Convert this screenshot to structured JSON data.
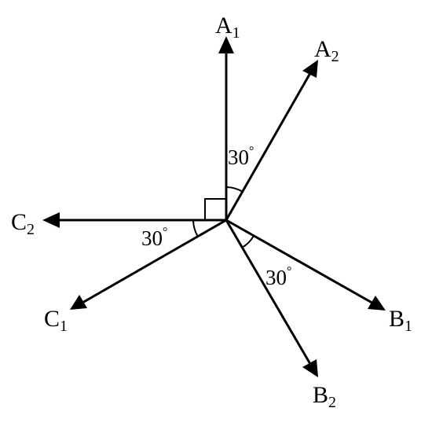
{
  "vectors": [
    {
      "letter": "A",
      "sub": "1"
    },
    {
      "letter": "A",
      "sub": "2"
    },
    {
      "letter": "B",
      "sub": "1"
    },
    {
      "letter": "B",
      "sub": "2"
    },
    {
      "letter": "C",
      "sub": "1"
    },
    {
      "letter": "C",
      "sub": "2"
    }
  ],
  "angles": [
    {
      "value": "30",
      "unit": "°",
      "between": "A1-A2"
    },
    {
      "value": "30",
      "unit": "°",
      "between": "B1-B2"
    },
    {
      "value": "30",
      "unit": "°",
      "between": "C1-C2"
    }
  ],
  "right_angle": {
    "between": "A1-C2"
  }
}
